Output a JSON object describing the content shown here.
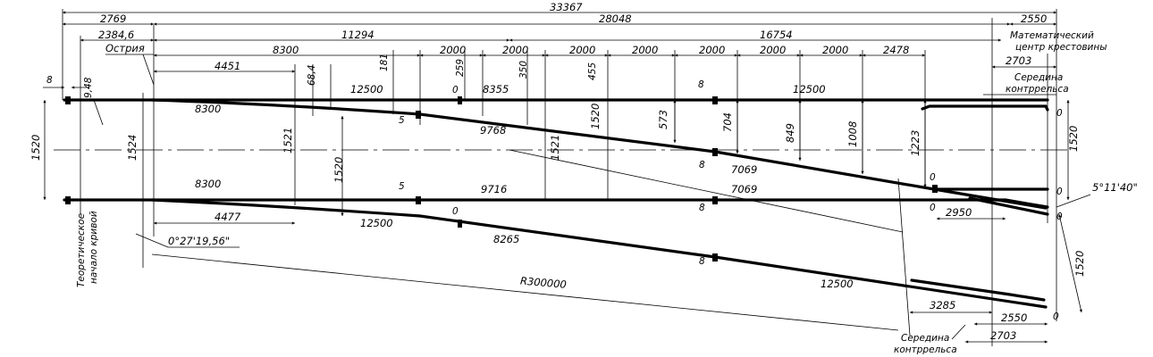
{
  "top_dims": {
    "total": "33367",
    "left_2769": "2769",
    "d28048": "28048",
    "d2550": "2550",
    "d2384": "2384,6",
    "d11294": "11294",
    "d16754": "16754",
    "d8300": "8300",
    "d2000_a": "2000",
    "d2000_b": "2000",
    "d2000_c": "2000",
    "d2000_d": "2000",
    "d2000_e": "2000",
    "d2000_f": "2000",
    "d2000_g": "2000",
    "d2478": "2478",
    "d4451": "4451",
    "d68": "68,4",
    "d181": "181",
    "d259": "259",
    "d350": "350",
    "d455": "455"
  },
  "labels": {
    "ostria": "Острия",
    "math_center": "Математический центр крестовины",
    "d2703_top": "2703",
    "seredina_top": "Середина контррельса",
    "seredina_bottom": "Середина контррельса",
    "theor_start": "Теоретическое начало кривой",
    "angle_small": "0°27'19,56\"",
    "angle_cross": "5°11'40\"",
    "radius": "R300000"
  },
  "rail_dims": {
    "d8": "8",
    "d948": "9,48",
    "d12500_top": "12500",
    "d0_a": "0",
    "d8355": "8355",
    "d8_mid_top": "8",
    "d12500_right": "12500",
    "d0_right_top": "0",
    "d8300_curve": "8300",
    "d5_top": "5",
    "d9768": "9768",
    "d1520_mid": "1520",
    "d573": "573",
    "d704": "704",
    "d849": "849",
    "d1008": "1008",
    "d1223": "1223",
    "d1520_right": "1520",
    "d1520_left": "1520",
    "d1524": "1524",
    "d1521_a": "1521",
    "d1521_b": "1521",
    "d1520_vert": "1520",
    "d8_mid2": "8",
    "d7069_a": "7069",
    "d0_frog": "0",
    "d0_frog_r": "0",
    "d8300_bottom": "8300",
    "d5_bottom": "5",
    "d9716": "9716",
    "d7069_b": "7069",
    "d8_mid3": "8",
    "d0_mid3": "0",
    "d2950": "2950",
    "d0_frog_tip": "0",
    "d4477": "4477",
    "d12500_low": "12500",
    "d0_low": "0",
    "d8265": "8265",
    "d8_mid4": "8",
    "d12500_bottom": "12500",
    "d3285": "3285",
    "d2550_b": "2550",
    "d2703_b": "2703",
    "d0_bottom": "0",
    "d1520_diag": "1520"
  }
}
